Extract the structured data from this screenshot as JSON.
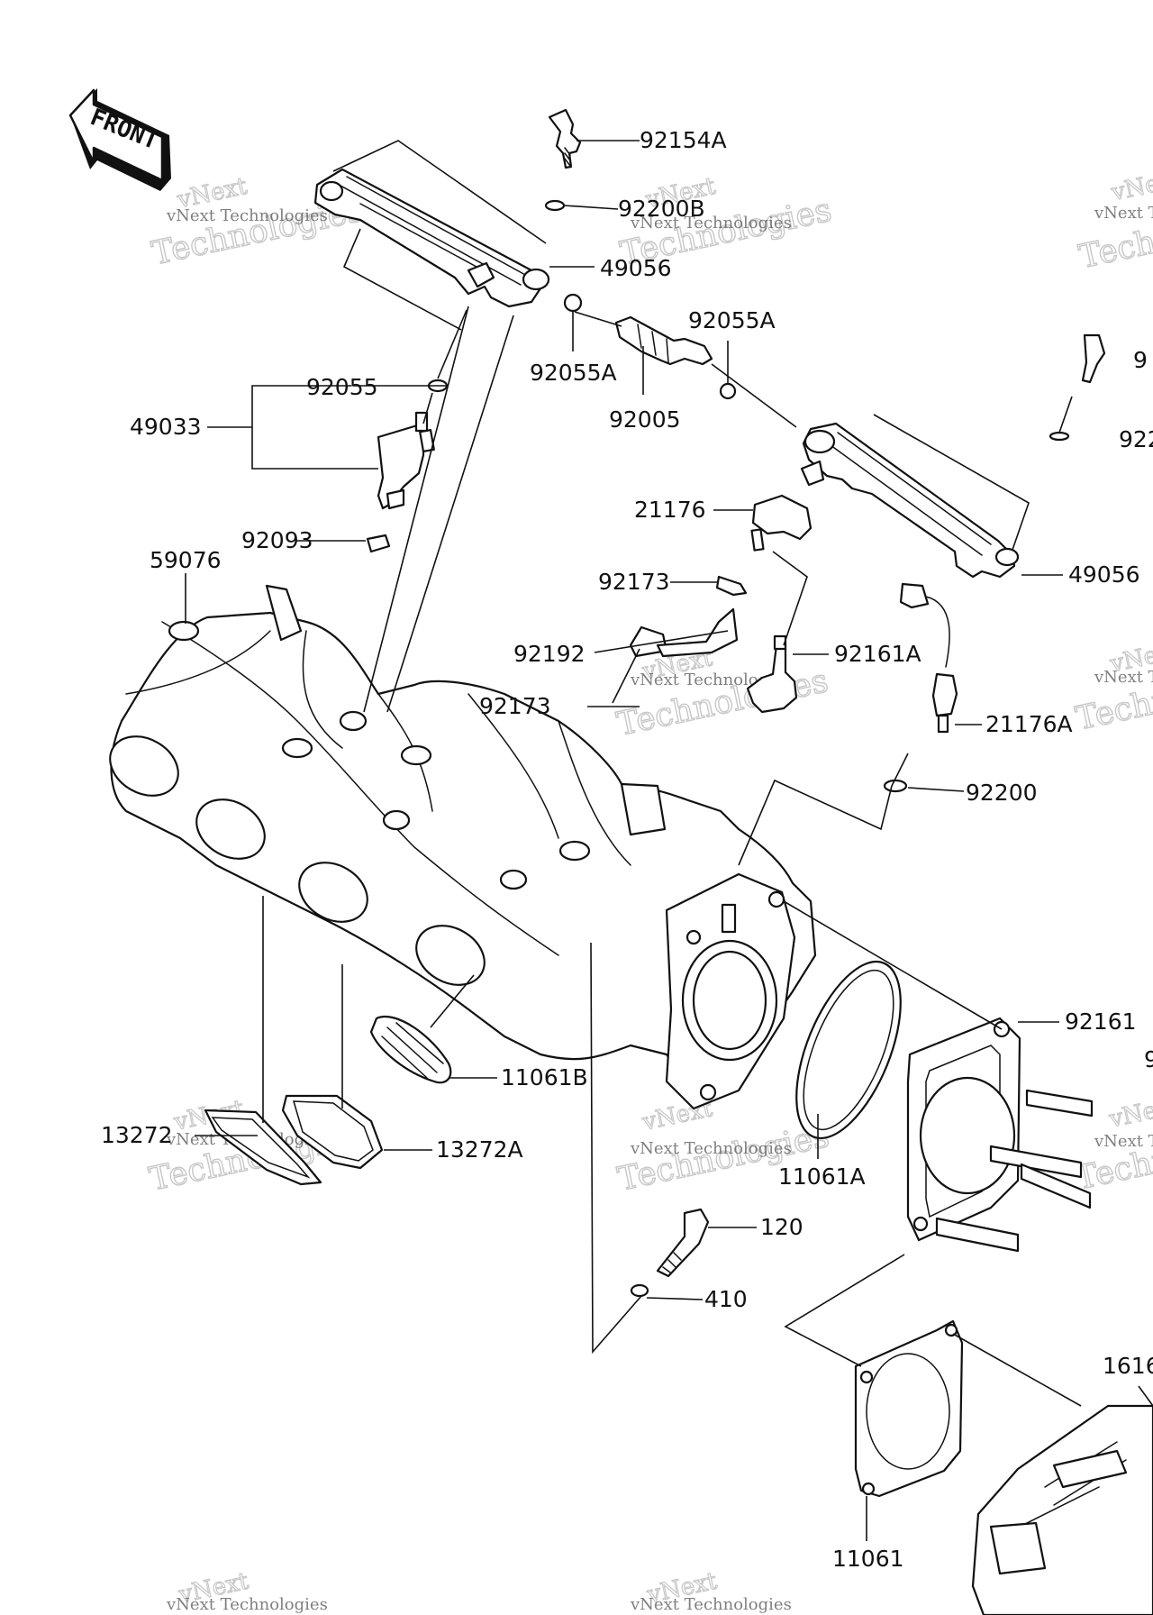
{
  "front_badge": "FRONT",
  "watermark": {
    "company": "vNext Technologies",
    "brand": "vNext",
    "word": "Technologies"
  },
  "labels": {
    "p92154A": "92154A",
    "p92200B": "92200B",
    "p49056_top": "49056",
    "p92055A_left": "92055A",
    "p92055A_right": "92055A",
    "p92005": "92005",
    "p92055": "92055",
    "p49033": "49033",
    "p92093": "92093",
    "p59076": "59076",
    "p21176": "21176",
    "p92173_top": "92173",
    "p92192": "92192",
    "p92173_bottom": "92173",
    "p92161A": "92161A",
    "p49056_right": "49056",
    "p21176A": "21176A",
    "p92200": "92200",
    "p92161": "92161",
    "p11061B": "11061B",
    "p13272": "13272",
    "p13272A": "13272A",
    "p11061A": "11061A",
    "p120": "120",
    "p410": "410",
    "p11061": "11061",
    "p_right_bolt_cut": "9",
    "p_right_washer_cut": "922",
    "p_right_edge_cut": "9",
    "p_throttle_cut": "1616"
  }
}
